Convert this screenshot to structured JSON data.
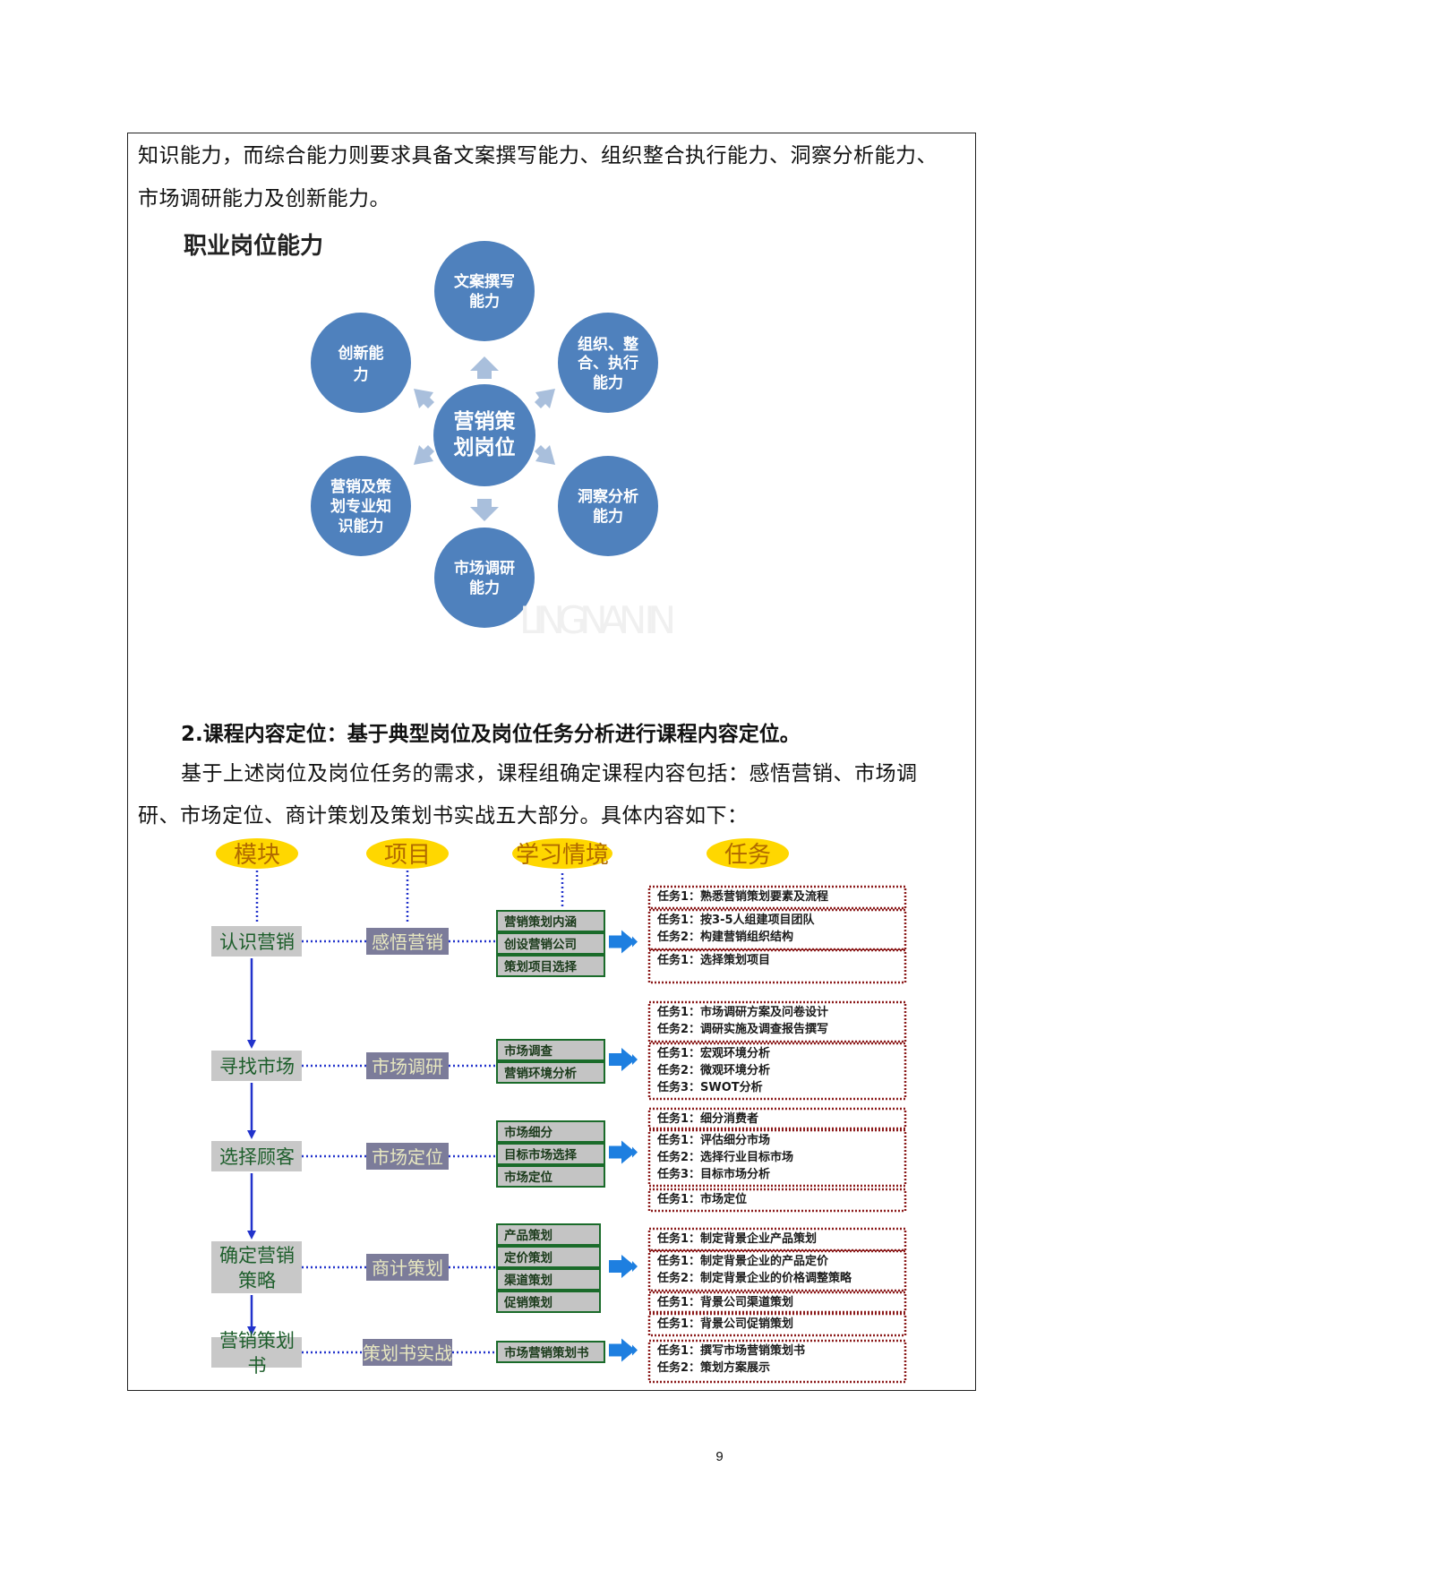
{
  "document": {
    "para1_line1": "知识能力，而综合能力则要求具备文案撰写能力、组织整合执行能力、洞察分析能力、",
    "para1_line2": "市场调研能力及创新能力。",
    "section2_heading": "2.课程内容定位：基于典型岗位及岗位任务分析进行课程内容定位。",
    "para2_line1": "基于上述岗位及岗位任务的需求，课程组确定课程内容包括：感悟营销、市场调",
    "para2_line2": "研、市场定位、商计策划及策划书实战五大部分。具体内容如下：",
    "page_number": "9"
  },
  "ability_diagram": {
    "title": "职业岗位能力",
    "center": [
      "营销策",
      "划岗位"
    ],
    "top": [
      "文案撰写",
      "能力"
    ],
    "upper_right": [
      "组织、整",
      "合、执行",
      "能力"
    ],
    "lower_right": [
      "洞察分析",
      "能力"
    ],
    "bottom": [
      "市场调研",
      "能力"
    ],
    "lower_left": [
      "营销及策",
      "划专业知",
      "识能力"
    ],
    "upper_left": [
      "创新能",
      "力"
    ],
    "watermark": "LINGNAN IN",
    "circle_color": "#4f81bd",
    "arrow_color": "#a9bfdc"
  },
  "course_diagram": {
    "headers": {
      "module": "模块",
      "project": "项目",
      "situation": "学习情境",
      "task": "任务"
    },
    "rows": [
      {
        "module": "认识营销",
        "project": "感悟营销",
        "situations": [
          "营销策划内涵",
          "创设营销公司",
          "策划项目选择"
        ],
        "task_groups": [
          [
            "任务1：熟悉营销策划要素及流程"
          ],
          [
            "任务1：按3-5人组建项目团队",
            "任务2：构建营销组织结构"
          ],
          [
            "任务1：选择策划项目"
          ]
        ]
      },
      {
        "module": "寻找市场",
        "project": "市场调研",
        "situations": [
          "市场调查",
          "营销环境分析"
        ],
        "task_groups": [
          [
            "任务1：市场调研方案及问卷设计",
            "任务2：调研实施及调查报告撰写"
          ],
          [
            "任务1：宏观环境分析",
            "任务2：微观环境分析",
            "任务3：SWOT分析"
          ]
        ]
      },
      {
        "module": "选择顾客",
        "project": "市场定位",
        "situations": [
          "市场细分",
          "目标市场选择",
          "市场定位"
        ],
        "task_groups": [
          [
            "任务1：细分消费者"
          ],
          [
            "任务1：评估细分市场",
            "任务2：选择行业目标市场",
            "任务3：目标市场分析"
          ],
          [
            "任务1：市场定位"
          ]
        ]
      },
      {
        "module": "确定营销策略",
        "project": "商计策划",
        "situations": [
          "产品策划",
          "定价策划",
          "渠道策划",
          "促销策划"
        ],
        "task_groups": [
          [
            "任务1：制定背景企业产品策划"
          ],
          [
            "任务1：制定背景企业的产品定价",
            "任务2：制定背景企业的价格调整策略"
          ],
          [
            "任务1：背景公司渠道策划"
          ],
          [
            "任务1：背景公司促销策划"
          ]
        ]
      },
      {
        "module": "营销策划书",
        "project": "策划书实战",
        "situations": [
          "市场营销策划书"
        ],
        "task_groups": [
          [
            "任务1：撰写市场营销策划书",
            "任务2：策划方案展示"
          ]
        ]
      }
    ],
    "colors": {
      "header_ellipse": "#ffd700",
      "module_box": "#c8c8c8",
      "project_box": "#7c7c9a",
      "situation_box": "#c4c4c4",
      "situation_border": "#1a6b2a",
      "task_border": "#8b1a1a",
      "connector": "#2233cc",
      "arrow_icon": "#1e7fe0",
      "text_green": "#1d5e2b"
    }
  }
}
